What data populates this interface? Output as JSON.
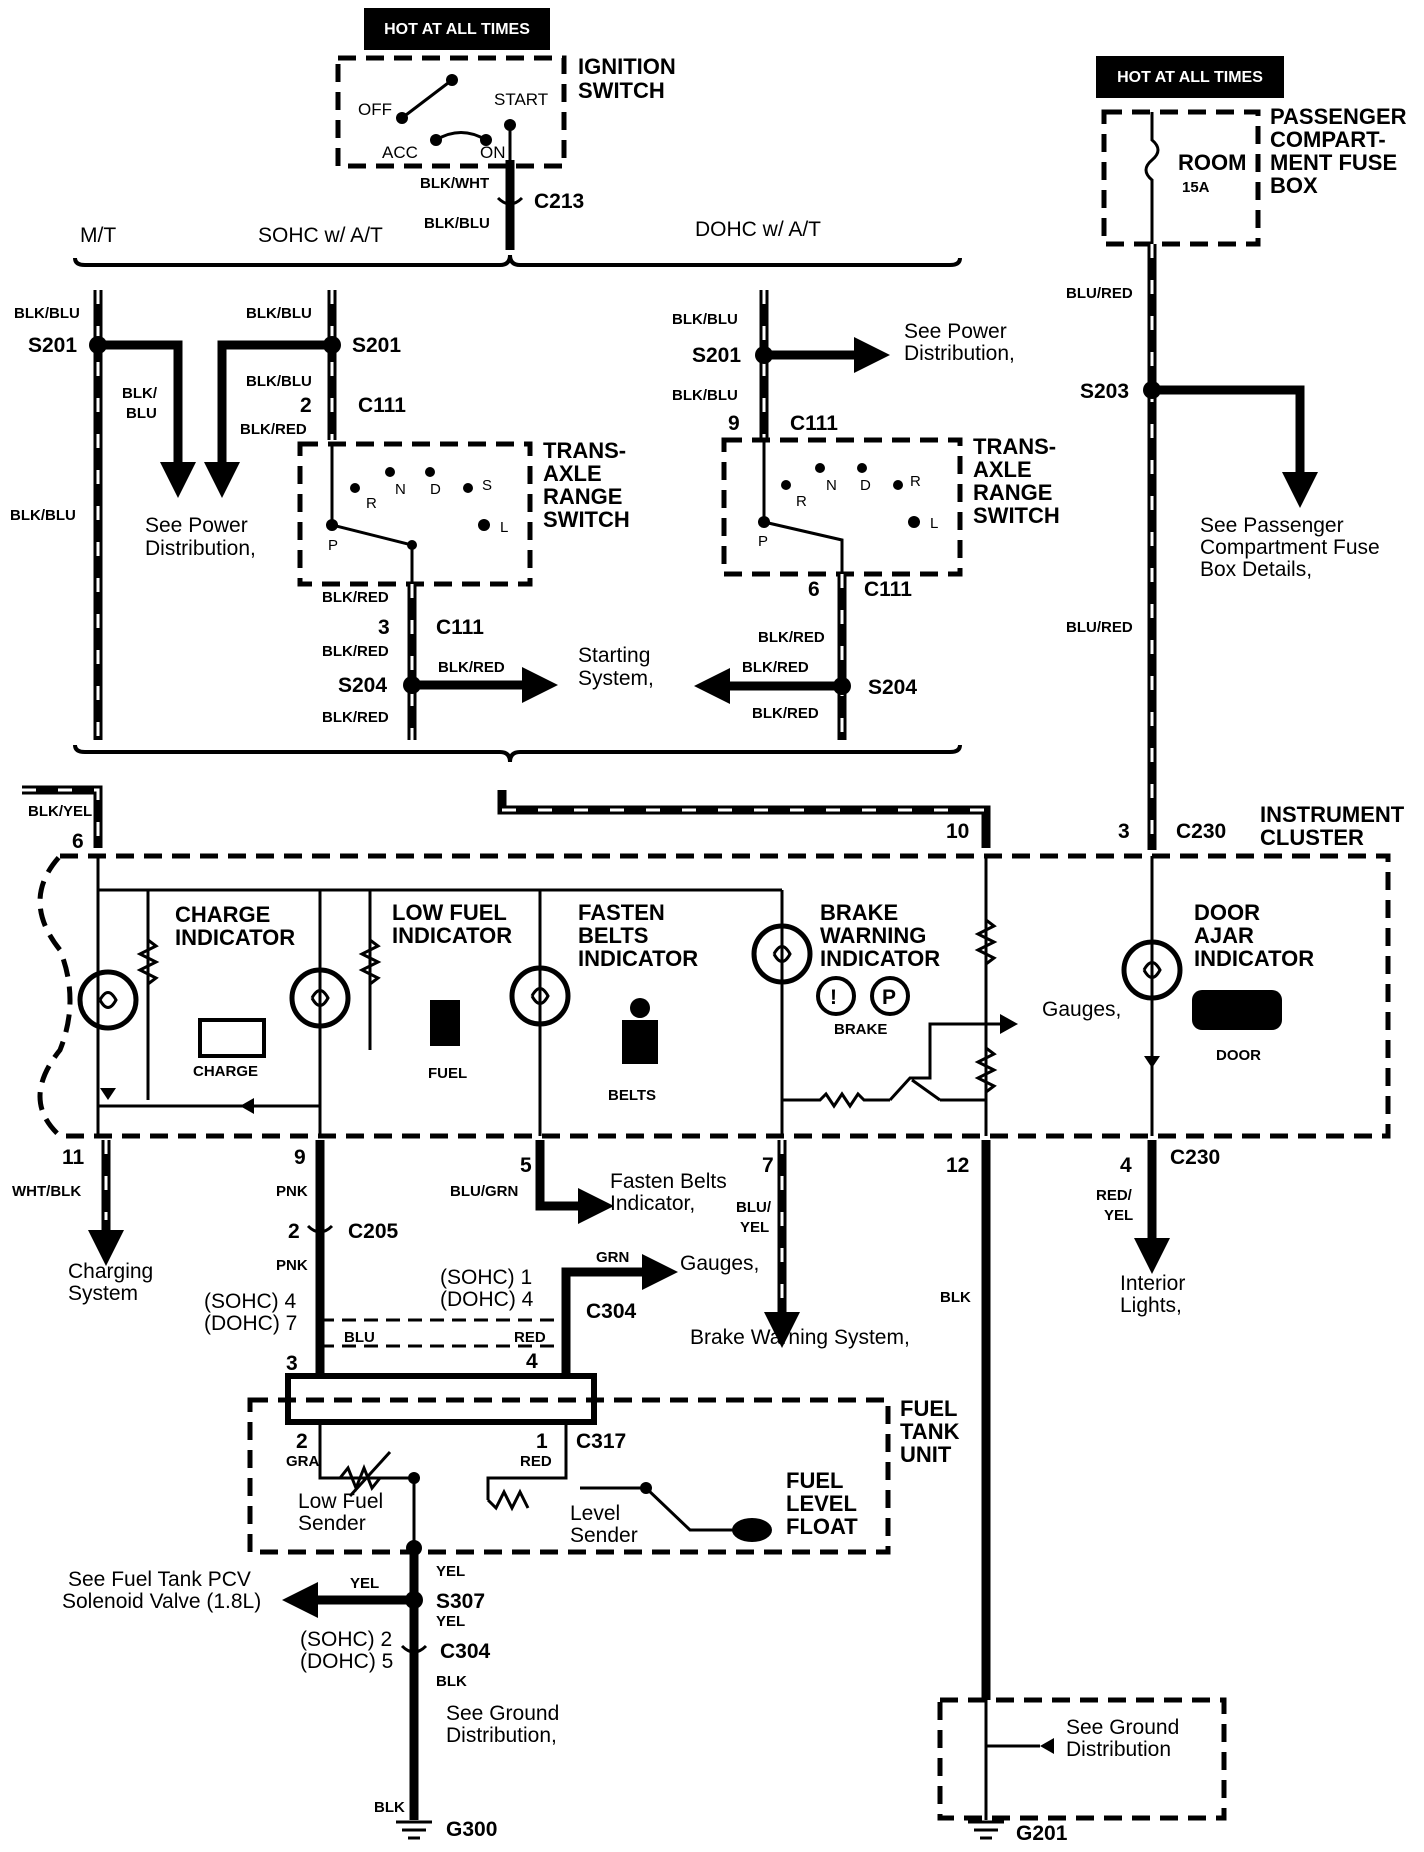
{
  "hot_at_all_times": "HOT AT ALL TIMES",
  "ignition_switch": {
    "title_line1": "IGNITION",
    "title_line2": "SWITCH",
    "off": "OFF",
    "start": "START",
    "acc": "ACC",
    "on": "ON",
    "wire_out": "BLK/WHT",
    "connector": "C213",
    "wire_down": "BLK/BLU"
  },
  "fuse_box": {
    "title_line1": "PASSENGER",
    "title_line2": "COMPART-",
    "title_line3": "MENT FUSE",
    "title_line4": "BOX",
    "fuse_name": "ROOM",
    "fuse_rating": "15A",
    "wire": "BLU/RED",
    "splice": "S203",
    "see_line1": "See Passenger",
    "see_line2": "Compartment Fuse",
    "see_line3": "Box Details,",
    "wire2": "BLU/RED"
  },
  "variants": {
    "mt": "M/T",
    "sohc_at": "SOHC w/ A/T",
    "dohc_at": "DOHC w/ A/T"
  },
  "mt_branch": {
    "wire_top": "BLK/BLU",
    "splice": "S201",
    "wire_side1": "BLK/",
    "wire_side2": "BLU",
    "wire_main": "BLK/BLU",
    "see_line1": "See Power",
    "see_line2": "Distribution,"
  },
  "sohc_branch": {
    "wire_top": "BLK/BLU",
    "splice": "S201",
    "wire_mid": "BLK/BLU",
    "pin_top": "2",
    "connector_top": "C111",
    "wire_red": "BLK/RED",
    "range_line1": "TRANS-",
    "range_line2": "AXLE",
    "range_line3": "RANGE",
    "range_line4": "SWITCH",
    "pos_r": "R",
    "pos_n": "N",
    "pos_d": "D",
    "pos_s": "S",
    "pos_l": "L",
    "pos_p": "P",
    "wire_out": "BLK/RED",
    "pin_bottom": "3",
    "connector_bottom": "C111",
    "wire_s204_top": "BLK/RED",
    "splice_bottom": "S204",
    "wire_s204_right": "BLK/RED",
    "wire_s204_bottom": "BLK/RED",
    "starting_line1": "Starting",
    "starting_line2": "System,"
  },
  "dohc_branch": {
    "wire_top": "BLK/BLU",
    "splice": "S201",
    "see_line1": "See Power",
    "see_line2": "Distribution,",
    "wire_mid": "BLK/BLU",
    "pin_top": "9",
    "connector_top": "C111",
    "range_line1": "TRANS-",
    "range_line2": "AXLE",
    "range_line3": "RANGE",
    "range_line4": "SWITCH",
    "pos_r1": "R",
    "pos_n": "N",
    "pos_d": "D",
    "pos_r2": "R",
    "pos_l": "L",
    "pos_p": "P",
    "pin_bottom": "6",
    "connector_bottom": "C111",
    "wire_out": "BLK/RED",
    "wire_left": "BLK/RED",
    "splice_bottom": "S204",
    "wire_bottom": "BLK/RED"
  },
  "cluster": {
    "wire_left": "BLK/YEL",
    "pin_6": "6",
    "pin_10": "10",
    "pin_3": "3",
    "connector_top": "C230",
    "title_line1": "INSTRUMENT",
    "title_line2": "CLUSTER",
    "charge_line1": "CHARGE",
    "charge_line2": "INDICATOR",
    "charge_icon": "CHARGE",
    "low_fuel_line1": "LOW FUEL",
    "low_fuel_line2": "INDICATOR",
    "fuel_icon": "FUEL",
    "fasten_line1": "FASTEN",
    "fasten_line2": "BELTS",
    "fasten_line3": "INDICATOR",
    "belts_icon": "BELTS",
    "brake_line1": "BRAKE",
    "brake_line2": "WARNING",
    "brake_line3": "INDICATOR",
    "brake_sym1": "!",
    "brake_sym2": "P",
    "brake_icon": "BRAKE",
    "gauges": "Gauges,",
    "door_line1": "DOOR",
    "door_line2": "AJAR",
    "door_line3": "INDICATOR",
    "door_icon": "DOOR",
    "pin_11": "11",
    "pin_9": "9",
    "pin_5": "5",
    "pin_7": "7",
    "pin_12": "12",
    "pin_4": "4",
    "connector_bottom": "C230"
  },
  "lower": {
    "wire_wht_blk": "WHT/BLK",
    "charging_line1": "Charging",
    "charging_line2": "System",
    "wire_pnk1": "PNK",
    "pin_2": "2",
    "connector_c205": "C205",
    "wire_pnk2": "PNK",
    "wire_blu_grn": "BLU/GRN",
    "fasten_line1": "Fasten Belts",
    "fasten_line2": "Indicator,",
    "wire_blu_yel1": "BLU/",
    "wire_blu_yel2": "YEL",
    "brake_system": "Brake Warning System,",
    "sohc_1": "(SOHC) 1",
    "dohc_4": "(DOHC) 4",
    "wire_grn": "GRN",
    "gauges": "Gauges,",
    "connector_c304": "C304",
    "sohc_4": "(SOHC) 4",
    "dohc_7": "(DOHC) 7",
    "wire_blu": "BLU",
    "wire_red": "RED",
    "pin_3": "3",
    "pin_4": "4",
    "wire_blk": "BLK",
    "door_wire1": "RED/",
    "door_wire2": "YEL",
    "interior_line1": "Interior",
    "interior_line2": "Lights,"
  },
  "fuel_tank": {
    "title_line1": "FUEL",
    "title_line2": "TANK",
    "title_line3": "UNIT",
    "pin_2": "2",
    "pin_1": "1",
    "connector": "C317",
    "wire_gra": "GRA",
    "wire_red": "RED",
    "low_fuel_line1": "Low Fuel",
    "low_fuel_line2": "Sender",
    "level_line1": "Level",
    "level_line2": "Sender",
    "float_line1": "FUEL",
    "float_line2": "LEVEL",
    "float_line3": "FLOAT"
  },
  "ground": {
    "wire_yel1": "YEL",
    "wire_yel_left": "YEL",
    "pcv_line1": "See Fuel Tank PCV",
    "pcv_line2": "Solenoid Valve (1.8L)",
    "splice": "S307",
    "wire_yel2": "YEL",
    "sohc_2": "(SOHC) 2",
    "dohc_5": "(DOHC) 5",
    "connector": "C304",
    "wire_blk1": "BLK",
    "see_line1": "See Ground",
    "see_line2": "Distribution,",
    "wire_blk2": "BLK",
    "g300": "G300",
    "g201_see_line1": "See Ground",
    "g201_see_line2": "Distribution",
    "g201": "G201"
  }
}
